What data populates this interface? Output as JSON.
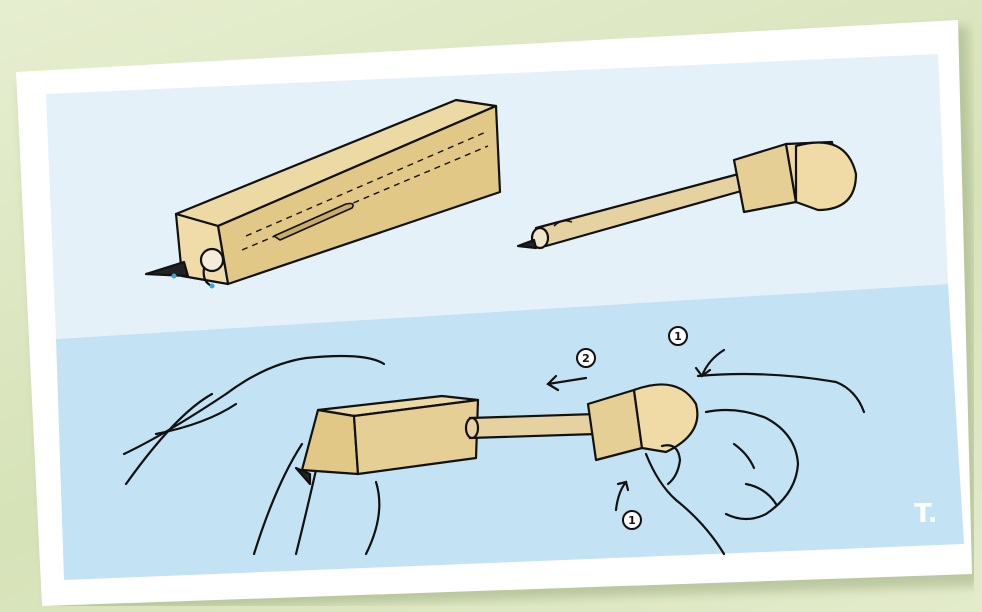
{
  "card": {
    "panel_colors": {
      "top": "#e4f1f9",
      "bottom": "#c3e3f5",
      "wood": "#e6cf95",
      "wood_dark": "#d2b673"
    },
    "step_badges": [
      {
        "id": "step-1-top",
        "label": "1"
      },
      {
        "id": "step-2",
        "label": "2"
      },
      {
        "id": "step-1-bottom",
        "label": "1"
      }
    ],
    "signature": "T."
  }
}
